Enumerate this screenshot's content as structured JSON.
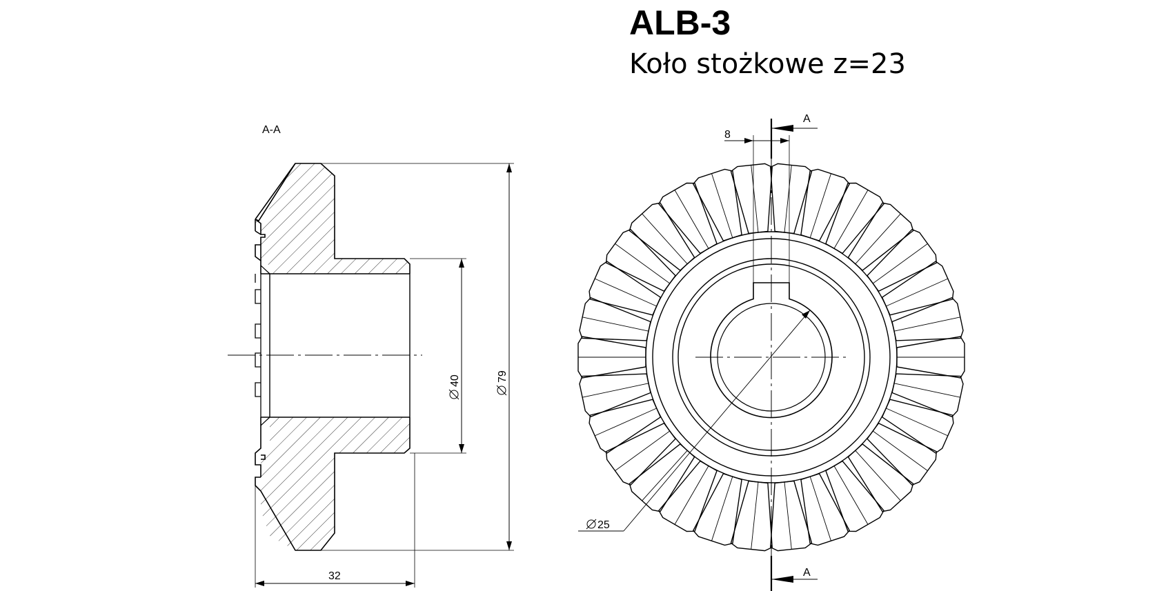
{
  "title": "ALB-3",
  "subtitle": "Koło stożkowe z=23",
  "section_label": "A-A",
  "cut_label_top": "A",
  "cut_label_bottom": "A",
  "dims": {
    "width": "32",
    "bore_od": "40",
    "outer": "79",
    "keyway": "8",
    "bore": "25"
  },
  "teeth_count": 23
}
